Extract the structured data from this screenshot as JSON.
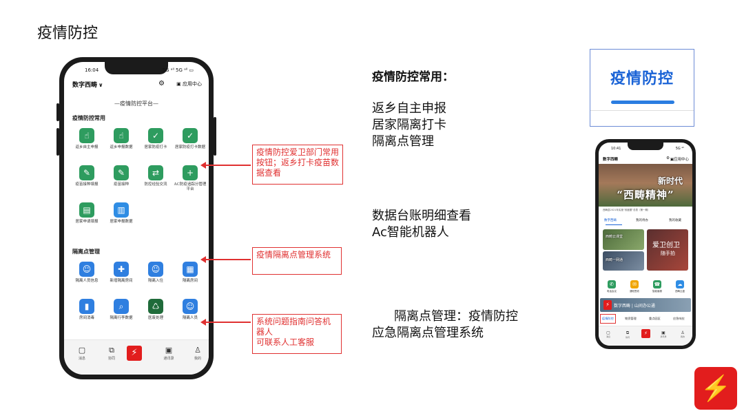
{
  "slide": {
    "title": "疫情防控",
    "section_heading": "疫情防控常用：",
    "frequent_items": [
      "返乡自主申报",
      "居家隔离打卡",
      "隔离点管理"
    ],
    "data_lines": [
      "数据台账明细查看",
      "Ac智能机器人"
    ],
    "isolation_lines": [
      "隔离点管理：疫情防控",
      "应急隔离点管理系统"
    ]
  },
  "callouts": [
    "疫情防控爱卫部门常用按钮；返乡打卡疫苗数据查看",
    "疫情隔离点管理系统",
    "系统问题指南问答机器人\n可联系人工客服"
  ],
  "banner": {
    "text": "疫情防控",
    "accent_color": "#2a7de1"
  },
  "main_phone": {
    "time": "16:04",
    "signal": "5G ᵃˡˡ 5G ᵃˡˡ ▭",
    "app_name": "数字西畴",
    "chevron_icon": "chevron-down-icon",
    "gear_icon": "gear-icon",
    "app_center": "应用中心",
    "platform_title": "—疫情防控平台—",
    "sections": [
      {
        "title": "疫情防控常用",
        "items": [
          {
            "label": "返乡自主申报",
            "icon": "hand-tap-icon",
            "color": "#2e9c5f",
            "glyph": "☝"
          },
          {
            "label": "返乡申报数据",
            "icon": "hand-tap-icon",
            "color": "#2e9c5f",
            "glyph": "☝"
          },
          {
            "label": "居家防疫打卡",
            "icon": "calendar-check-icon",
            "color": "#2e9c5f",
            "glyph": "✓"
          },
          {
            "label": "居家防疫打卡数据",
            "icon": "calendar-check-icon",
            "color": "#2e9c5f",
            "glyph": "✓"
          },
          {
            "label": "疫苗接种填报",
            "icon": "syringe-form-icon",
            "color": "#2e9c5f",
            "glyph": "✎"
          },
          {
            "label": "疫苗接种",
            "icon": "syringe-icon",
            "color": "#2e9c5f",
            "glyph": "✎"
          },
          {
            "label": "防控经验交流",
            "icon": "exchange-icon",
            "color": "#2e9c5f",
            "glyph": "⇄"
          },
          {
            "label": "AC防疫追踪分管理平台",
            "icon": "shield-plus-icon",
            "color": "#2e9c5f",
            "glyph": "+"
          },
          {
            "label": "居家申请填报",
            "icon": "form-icon",
            "color": "#2e9c5f",
            "glyph": "▤"
          },
          {
            "label": "居家申报数据",
            "icon": "data-icon",
            "color": "#2f8de4",
            "glyph": "▥"
          }
        ]
      },
      {
        "title": "隔离点管理",
        "items": [
          {
            "label": "隔离人员信息",
            "icon": "person-icon",
            "color": "#2f7fe0",
            "glyph": "☺"
          },
          {
            "label": "新增隔离房间",
            "icon": "medical-box-icon",
            "color": "#2f7fe0",
            "glyph": "✚"
          },
          {
            "label": "隔离入住",
            "icon": "person-add-icon",
            "color": "#2f7fe0",
            "glyph": "☺"
          },
          {
            "label": "隔离房间",
            "icon": "building-icon",
            "color": "#2f7fe0",
            "glyph": "▦"
          },
          {
            "label": "房间消毒",
            "icon": "spray-icon",
            "color": "#2f7fe0",
            "glyph": "▮"
          },
          {
            "label": "隔离行李数据",
            "icon": "search-doc-icon",
            "color": "#2f7fe0",
            "glyph": "⌕"
          },
          {
            "label": "医废处理",
            "icon": "trash-icon",
            "color": "#1f6b3a",
            "glyph": "♺"
          },
          {
            "label": "隔离人员",
            "icon": "person-list-icon",
            "color": "#2f7fe0",
            "glyph": "☺"
          }
        ]
      }
    ],
    "nav": [
      {
        "label": "消息",
        "icon": "message-icon",
        "glyph": "▢"
      },
      {
        "label": "协同",
        "icon": "collab-icon",
        "glyph": "⧉"
      },
      {
        "label": "通讯录",
        "icon": "contacts-icon",
        "glyph": "▣"
      },
      {
        "label": "我的",
        "icon": "user-icon",
        "glyph": "♙"
      }
    ],
    "brand_logo": "⚡"
  },
  "small_phone": {
    "time": "10:41",
    "signal": "5G ᵃˡˡ",
    "app_name": "数字西畴",
    "app_center": "应用中心",
    "hero_sub": "新时代",
    "hero_main": "“西畴精神”",
    "news": "西畴县2021年实施“效度题”总表（第一期）",
    "tabs": [
      "数字西畴",
      "我的待办",
      "我的收藏"
    ],
    "cards": [
      "西畴云课堂",
      "爱卫创卫",
      "西畴一网通",
      "随手拍"
    ],
    "quick_items": [
      {
        "label": "电话会议",
        "color": "#2e9c5f",
        "glyph": "✆"
      },
      {
        "label": "通知签收",
        "color": "#f0a500",
        "glyph": "✉"
      },
      {
        "label": "智能客服",
        "color": "#2e9c5f",
        "glyph": "☎"
      },
      {
        "label": "西畴云盘",
        "color": "#2f8de4",
        "glyph": "☁"
      }
    ],
    "strip_text": "数字西畴 | 山间办公通",
    "bottom_tabs": [
      "疫情防控",
      "物资管理",
      "重点园区",
      "应急响应"
    ],
    "nav": [
      "消息",
      "协同",
      "",
      "通讯录",
      "我的"
    ]
  }
}
